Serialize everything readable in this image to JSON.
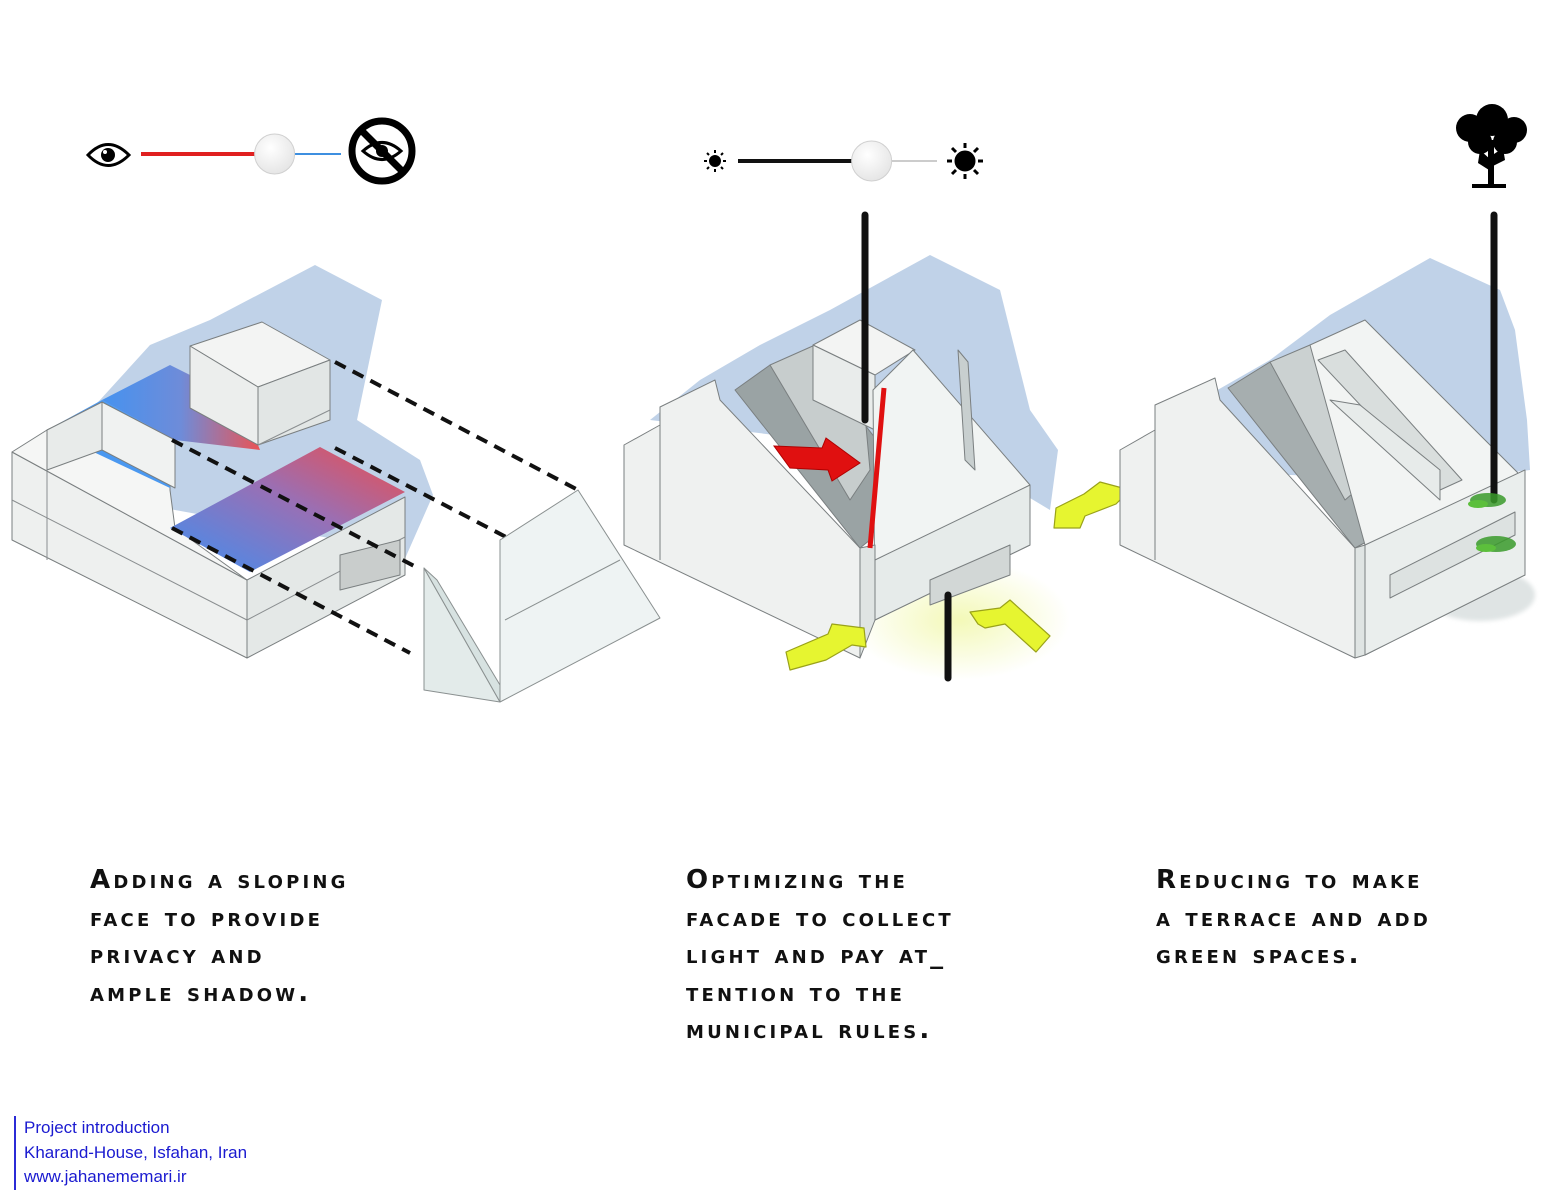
{
  "panels": [
    {
      "caption_lines": [
        "Adding a sloping",
        "face to provide",
        "privacy and",
        "ample shadow."
      ],
      "slider": {
        "left_icon": "eye-icon",
        "right_icon": "eye-crossed-icon",
        "level": 0.8,
        "fill_color": "#e02020",
        "track_color": "#3d8fe0"
      },
      "roof_gradient": [
        "#3f8ff0",
        "#e84848"
      ]
    },
    {
      "caption_lines": [
        "Optimizing the",
        "facade to collect",
        "light and pay at_",
        "tention to the",
        "municipal rules."
      ],
      "slider": {
        "left_icon": "small-sun-icon",
        "right_icon": "large-sun-icon",
        "level": 0.8,
        "fill_color": "#111111",
        "track_color": "#cccccc"
      },
      "accent_color": "#e01010",
      "arrow_color": "#e6f530"
    },
    {
      "caption_lines": [
        "Reducing to make",
        "a terrace and add",
        "green spaces."
      ],
      "icon": "tree-icon",
      "green_color": "#3a9a2a"
    }
  ],
  "credits": {
    "line1": "Project introduction",
    "line2": "Kharand-House, Isfahan, Iran",
    "line3": "www.jahanememari.ir"
  },
  "colors": {
    "shadow": "#b9cde6",
    "massing": "#f0f2f1",
    "outline": "#7a7f80"
  }
}
